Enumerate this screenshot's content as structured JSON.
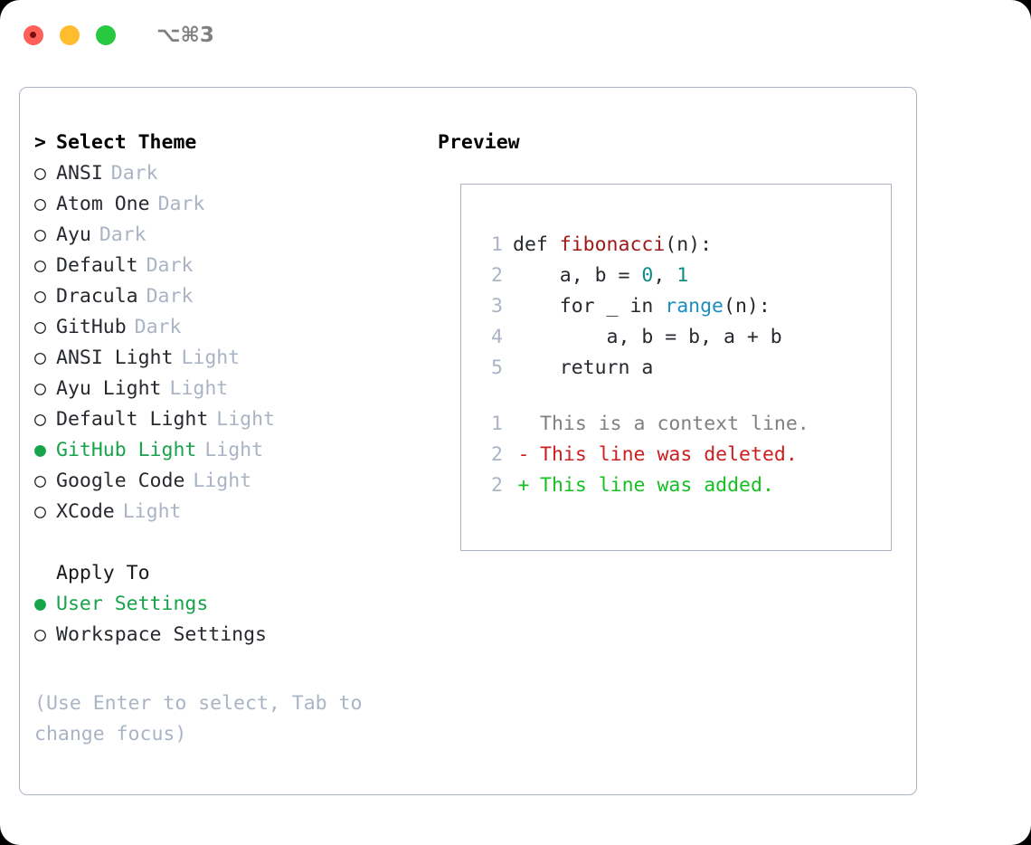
{
  "titlebar": {
    "shortcut": "⌥⌘3",
    "buttons": {
      "close": "close",
      "minimize": "minimize",
      "maximize": "maximize"
    }
  },
  "colors": {
    "accent_green": "#16a34a",
    "muted": "#aab4c4",
    "border": "#aab4c4",
    "text": "#26292e",
    "diff_add": "#16c022",
    "diff_del": "#cc1f1f",
    "syntax_fn": "#a01818",
    "syntax_num": "#0d8b8b",
    "syntax_kw": "#1a8fc0"
  },
  "theme_list": {
    "header": {
      "prompt": ">",
      "label": "Select Theme"
    },
    "marker_unselected": "○",
    "marker_selected": "●",
    "items": [
      {
        "name": "ANSI",
        "tag": "Dark",
        "selected": false
      },
      {
        "name": "Atom One",
        "tag": "Dark",
        "selected": false
      },
      {
        "name": "Ayu",
        "tag": "Dark",
        "selected": false
      },
      {
        "name": "Default",
        "tag": "Dark",
        "selected": false
      },
      {
        "name": "Dracula",
        "tag": "Dark",
        "selected": false
      },
      {
        "name": "GitHub",
        "tag": "Dark",
        "selected": false
      },
      {
        "name": "ANSI Light",
        "tag": "Light",
        "selected": false
      },
      {
        "name": "Ayu Light",
        "tag": "Light",
        "selected": false
      },
      {
        "name": "Default Light",
        "tag": "Light",
        "selected": false
      },
      {
        "name": "GitHub Light",
        "tag": "Light",
        "selected": true
      },
      {
        "name": "Google Code",
        "tag": "Light",
        "selected": false
      },
      {
        "name": "XCode",
        "tag": "Light",
        "selected": false
      }
    ]
  },
  "apply_to": {
    "label": "Apply To",
    "items": [
      {
        "name": "User Settings",
        "selected": true
      },
      {
        "name": "Workspace Settings",
        "selected": false
      }
    ]
  },
  "hint": "(Use Enter to select, Tab to change focus)",
  "preview": {
    "title": "Preview",
    "code_lines": [
      {
        "num": "1",
        "parts": [
          {
            "t": "def ",
            "k": "plain"
          },
          {
            "t": "fibonacci",
            "k": "fn"
          },
          {
            "t": "(n):",
            "k": "plain"
          }
        ]
      },
      {
        "num": "2",
        "parts": [
          {
            "t": "    a, b = ",
            "k": "plain"
          },
          {
            "t": "0",
            "k": "num"
          },
          {
            "t": ", ",
            "k": "plain"
          },
          {
            "t": "1",
            "k": "num"
          }
        ]
      },
      {
        "num": "3",
        "parts": [
          {
            "t": "    for _ in ",
            "k": "plain"
          },
          {
            "t": "range",
            "k": "kw"
          },
          {
            "t": "(n):",
            "k": "plain"
          }
        ]
      },
      {
        "num": "4",
        "parts": [
          {
            "t": "        a, b = b, a + b",
            "k": "plain"
          }
        ]
      },
      {
        "num": "5",
        "parts": [
          {
            "t": "    return a",
            "k": "plain"
          }
        ]
      }
    ],
    "diff_lines": [
      {
        "num": "1",
        "mark": " ",
        "text": "This is a context line.",
        "kind": "ctx"
      },
      {
        "num": "2",
        "mark": "-",
        "text": "This line was deleted.",
        "kind": "del"
      },
      {
        "num": "2",
        "mark": "+",
        "text": "This line was added.",
        "kind": "add"
      }
    ]
  }
}
